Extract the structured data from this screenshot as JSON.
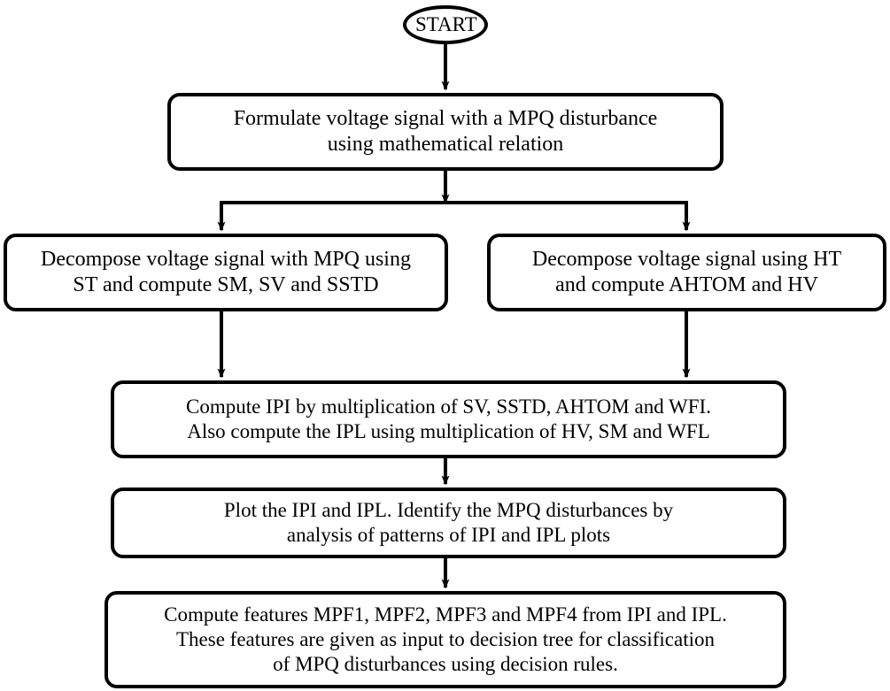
{
  "diagram": {
    "title": "MPQ disturbance detection and classification flowchart",
    "type": "flowchart",
    "orientation": "top-to-bottom",
    "stroke_color": "#000000",
    "fill_color": "#ffffff",
    "background_color": "#ffffff",
    "nodes": [
      {
        "id": "start",
        "shape": "ellipse",
        "label": "START"
      },
      {
        "id": "formulate",
        "shape": "rounded-rectangle",
        "label": "Formulate voltage signal with a MPQ disturbance\nusing mathematical relation"
      },
      {
        "id": "decompose_st",
        "shape": "rounded-rectangle",
        "label": "Decompose voltage signal with MPQ using\nST and compute SM, SV and SSTD"
      },
      {
        "id": "decompose_ht",
        "shape": "rounded-rectangle",
        "label": "Decompose voltage signal using HT\nand compute AHTOM and HV"
      },
      {
        "id": "compute_ipi_ipl",
        "shape": "rounded-rectangle",
        "label": "Compute IPI by multiplication of SV, SSTD, AHTOM and WFI.\nAlso compute the IPL using multiplication of HV, SM and WFL"
      },
      {
        "id": "plot_identify",
        "shape": "rounded-rectangle",
        "label": "Plot the IPI and IPL. Identify the MPQ disturbances by\nanalysis of patterns of IPI and IPL plots"
      },
      {
        "id": "compute_features",
        "shape": "rounded-rectangle",
        "label": "Compute features MPF1, MPF2, MPF3 and MPF4 from IPI and IPL.\nThese features are given as input to decision tree for classification\nof MPQ disturbances using decision rules."
      }
    ],
    "edges": [
      {
        "id": "edge-start-formulate",
        "from": "start",
        "to": "formulate",
        "style": "straight-arrow"
      },
      {
        "id": "edge-formulate-split",
        "from": "formulate",
        "to": "split-bus",
        "style": "straight-arrow"
      },
      {
        "id": "edge-split-decompose-st",
        "from": "split-bus",
        "to": "decompose_st",
        "style": "elbow-arrow"
      },
      {
        "id": "edge-split-decompose-ht",
        "from": "split-bus",
        "to": "decompose_ht",
        "style": "elbow-arrow"
      },
      {
        "id": "edge-decompose-st-compute",
        "from": "decompose_st",
        "to": "compute_ipi_ipl",
        "style": "straight-arrow"
      },
      {
        "id": "edge-decompose-ht-compute",
        "from": "decompose_ht",
        "to": "compute_ipi_ipl",
        "style": "straight-arrow"
      },
      {
        "id": "edge-compute-plot",
        "from": "compute_ipi_ipl",
        "to": "plot_identify",
        "style": "straight-arrow"
      },
      {
        "id": "edge-plot-features",
        "from": "plot_identify",
        "to": "compute_features",
        "style": "straight-arrow"
      }
    ]
  }
}
